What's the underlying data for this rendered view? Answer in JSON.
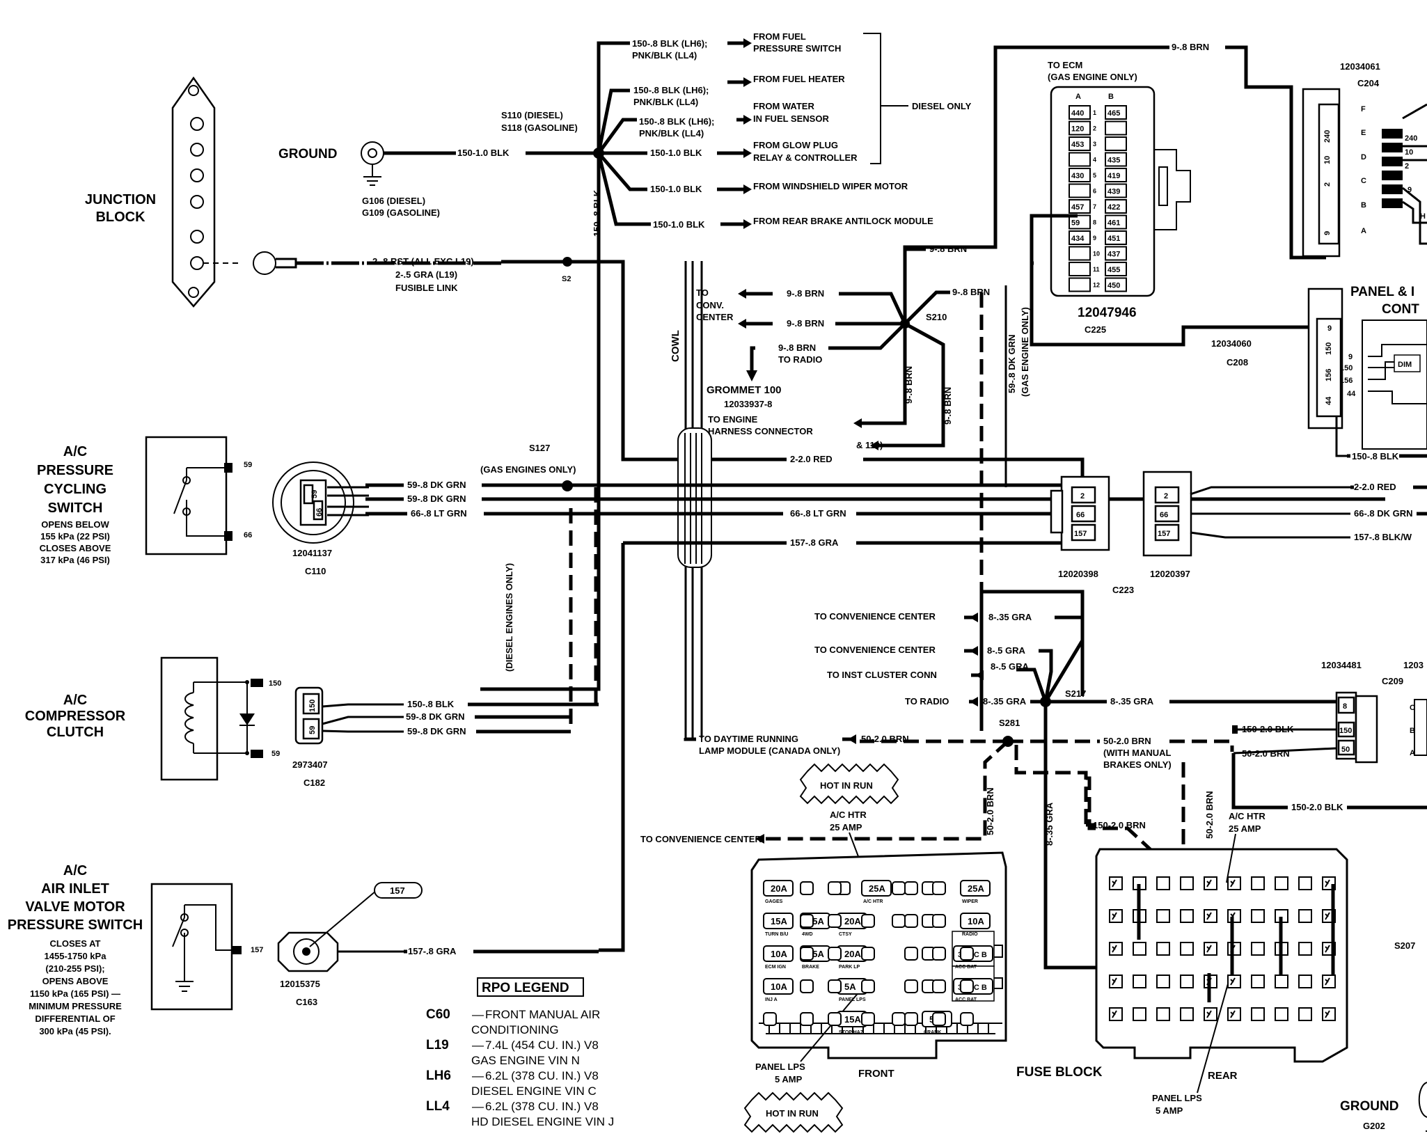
{
  "left": {
    "junction_block": [
      "JUNCTION",
      "BLOCK"
    ],
    "ac_pressure_switch": [
      "A/C",
      "PRESSURE",
      "CYCLING",
      "SWITCH"
    ],
    "ac_pressure_notes": [
      "OPENS BELOW",
      "155 kPa (22 PSI)",
      "CLOSES ABOVE",
      "317 kPa (46 PSI)"
    ],
    "ac_compressor": [
      "A/C",
      "COMPRESSOR",
      "CLUTCH"
    ],
    "air_inlet": [
      "A/C",
      "AIR INLET",
      "VALVE MOTOR",
      "PRESSURE SWITCH"
    ],
    "air_inlet_notes": [
      "CLOSES AT",
      "1455-1750 kPa",
      "(210-255 PSI);",
      "OPENS ABOVE",
      "1150 kPa (165 PSI) —",
      "MINIMUM PRESSURE",
      "DIFFERENTIAL OF",
      "300 kPa (45 PSI)."
    ]
  },
  "ground": {
    "label": "GROUND",
    "ref": [
      "G106 (DIESEL)",
      "G109 (GASOLINE)"
    ]
  },
  "splice_s110": [
    "S110 (DIESEL)",
    "S118 (GASOLINE)"
  ],
  "fusible": [
    "2-.8 RST (ALL EXC L19)",
    "2-.5 GRA (L19)",
    "FUSIBLE LINK"
  ],
  "s2": "S2",
  "top_wires": [
    {
      "wire": [
        "150-.8 BLK (LH6);",
        "PNK/BLK (LL4)"
      ],
      "dest": [
        "FROM FUEL",
        "PRESSURE SWITCH"
      ]
    },
    {
      "wire": [
        "150-.8 BLK (LH6);",
        "PNK/BLK (LL4)"
      ],
      "dest": [
        "FROM FUEL HEATER"
      ]
    },
    {
      "wire": [
        "150-.8 BLK (LH6);",
        "PNK/BLK (LL4)"
      ],
      "dest": [
        "FROM WATER",
        "IN FUEL SENSOR"
      ]
    },
    {
      "wire": [
        "150-1.0 BLK"
      ],
      "dest": [
        "FROM GLOW PLUG",
        "RELAY & CONTROLLER"
      ]
    },
    {
      "wire": [
        "150-1.0 BLK"
      ],
      "dest": [
        "FROM WINDSHIELD WIPER MOTOR"
      ]
    },
    {
      "wire": [
        "150-1.0 BLK"
      ],
      "dest": [
        "FROM REAR BRAKE ANTILOCK MODULE"
      ]
    }
  ],
  "diesel_only": "DIESEL ONLY",
  "ground_wire": "150-1.0 BLK",
  "vertical_s110_wire": "150-.8 BLK",
  "cowl": "COWL",
  "to_conv_center": [
    "TO",
    "CONV.",
    "CENTER"
  ],
  "s210_wires": {
    "w1": "9-.8 BRN",
    "w2": "9-.8 BRN",
    "w3": "9-.8 BRN",
    "w4": "9-.8 BRN",
    "w5": "9-.8 BRN",
    "w6": "9-.8 BRN",
    "w7": "9-.8 BRN",
    "to_radio": "TO RADIO",
    "s210": "S210"
  },
  "grommet": [
    "GROMMET 100",
    "12033937-8"
  ],
  "to_engine": [
    "TO ENGINE",
    "HARNESS CONNECTOR",
    "& 119)"
  ],
  "ecm": {
    "to_ecm": [
      "TO ECM",
      "(GAS ENGINE ONLY)"
    ],
    "top_wire": "9-.8 BRN",
    "part": "12047946",
    "conn": "C225",
    "col_letters": [
      "A",
      "B"
    ],
    "left_pins": [
      "440",
      "120",
      "453",
      "",
      "430",
      "",
      "457",
      "59",
      "434",
      "",
      "",
      ""
    ],
    "nums": [
      "1",
      "2",
      "3",
      "4",
      "5",
      "6",
      "7",
      "8",
      "9",
      "10",
      "11",
      "12"
    ],
    "right_pins": [
      "465",
      "",
      "",
      "435",
      "419",
      "439",
      "422",
      "461",
      "451",
      "437",
      "455",
      "450"
    ],
    "side_wire": [
      "59-.8 DK GRN",
      "(GAS ENGINE ONLY)"
    ]
  },
  "c204": {
    "part": "12034061",
    "conn": "C204",
    "rows": [
      "F",
      "E",
      "D",
      "C",
      "B",
      "A"
    ],
    "pins": [
      "240",
      "10",
      "2",
      "9"
    ],
    "wires": [
      "240",
      "10",
      "2",
      "9"
    ]
  },
  "panel": [
    "PANEL & I",
    "CONT"
  ],
  "c208": {
    "part": "12034060",
    "conn": "C208",
    "pins": [
      "9",
      "150",
      "156",
      "44"
    ],
    "wires": [
      "9",
      "150",
      "156",
      "44"
    ],
    "dim": "DIM",
    "out": "150-.8 BLK"
  },
  "s127": [
    "S127",
    "(GAS ENGINES ONLY)"
  ],
  "c110": {
    "part": "12041137",
    "conn": "C110",
    "pins": [
      "59",
      "66"
    ],
    "w1": "59-.8 DK GRN",
    "w2": "59-.8 DK GRN",
    "w3": "66-.8 LT GRN",
    "pin59": "59",
    "pin66": "66"
  },
  "mid_wires": {
    "red": "2-2.0 RED",
    "ltgrn": "66-.8 LT GRN",
    "gra": "157-.8 GRA"
  },
  "c223": {
    "a_part": "12020398",
    "b_part": "12020397",
    "conn": "C223",
    "pins": [
      "2",
      "66",
      "157"
    ]
  },
  "right_wires": {
    "red": "2-2.0 RED",
    "dkgrn": "66-.8 DK GRN",
    "blkw": "157-.8 BLK/W"
  },
  "diesel_engines_only": "(DIESEL ENGINES ONLY)",
  "c182": {
    "part": "2973407",
    "conn": "C182",
    "pins": [
      "150",
      "59"
    ],
    "w1": "150-.8 BLK",
    "w2": "59-.8 DK GRN",
    "w3": "59-.8 DK GRN",
    "p150": "150",
    "p59": "59"
  },
  "c163": {
    "part": "12015375",
    "conn": "C163",
    "callout": "157",
    "pin": "157",
    "wire": "157-.8 GRA"
  },
  "s217": {
    "label": "S217",
    "items": [
      {
        "dest": "TO CONVENIENCE CENTER",
        "wire": "8-.35 GRA"
      },
      {
        "dest": "TO CONVENIENCE CENTER",
        "wire": "8-.5 GRA"
      },
      {
        "dest": "TO INST CLUSTER CONN",
        "wire": "8-.5 GRA"
      },
      {
        "dest": "TO RADIO",
        "wire": "8-.35 GRA"
      }
    ],
    "right_wire": "8-.35 GRA"
  },
  "c209": {
    "part": "12034481",
    "part2": "1203",
    "conn": "C209",
    "pins": [
      "8",
      "150",
      "50"
    ],
    "letters": [
      "C",
      "B",
      "A"
    ],
    "w150": "150-2.0 BLK",
    "w50": "50-2.0 BRN",
    "w150b": "150-2.0 BLK"
  },
  "s281": {
    "label": "S281",
    "drl": [
      "TO DAYTIME RUNNING",
      "LAMP MODULE (CANADA ONLY)"
    ],
    "drl_wire": "50-2.0 BRN",
    "manual": [
      "50-2.0 BRN",
      "(WITH MANUAL",
      "BRAKES ONLY)"
    ],
    "down1": "50-2.0 BRN",
    "down2": "8-.35 GRA",
    "down3": "150-2.0 BRN",
    "down4": "50-2.0 BRN"
  },
  "hot": [
    "HOT IN RUN",
    "HOT IN RUN"
  ],
  "front_fuse": {
    "acn": [
      "A/C HTR",
      "25 AMP"
    ],
    "to_conv": "TO CONVENIENCE CENTER",
    "front": "FRONT",
    "panel": [
      "PANEL LPS",
      "5 AMP"
    ],
    "row1": [
      [
        "20A",
        "GAGES"
      ],
      [
        "",
        ""
      ],
      [
        "",
        ""
      ],
      [
        "25A",
        "A/C HTR"
      ],
      [
        "",
        ""
      ],
      [
        "",
        ""
      ],
      [
        "25A",
        "WIPER"
      ]
    ],
    "row2": [
      [
        "15A",
        "TURN B/U"
      ],
      [
        "25A",
        "4WD"
      ],
      [
        "20A",
        "CTSY"
      ],
      [
        "",
        ""
      ],
      [
        "",
        ""
      ],
      [
        "",
        ""
      ],
      [
        "10A",
        "RADIO"
      ]
    ],
    "row3": [
      [
        "10A",
        "ECM IGN"
      ],
      [
        "15A",
        "BRAKE"
      ],
      [
        "20A",
        "PARK LP"
      ],
      [
        "",
        ""
      ],
      [
        "30A C B",
        "ACC BAT"
      ],
      [
        "",
        ""
      ],
      [
        "",
        ""
      ]
    ],
    "row4": [
      [
        "10A",
        "INJ A"
      ],
      [
        "",
        ""
      ],
      [
        "5A",
        "PANEL LPS"
      ],
      [
        "",
        ""
      ],
      [
        "30A C B",
        "ACC BAT"
      ],
      [
        "",
        ""
      ],
      [
        "",
        ""
      ]
    ],
    "row5": [
      [
        "",
        ""
      ],
      [
        "",
        ""
      ],
      [
        "15A",
        "STOP HAZ"
      ],
      [
        "",
        ""
      ],
      [
        "",
        ""
      ],
      [
        "5A",
        "CRANK"
      ],
      [
        "",
        ""
      ]
    ]
  },
  "rear_fuse": {
    "acn": [
      "A/C HTR",
      "25 AMP"
    ],
    "rear": "REAR",
    "fuse_block": "FUSE BLOCK",
    "panel": [
      "PANEL LPS",
      "5 AMP"
    ]
  },
  "s207": "S207",
  "ground2": {
    "label": "GROUND",
    "ref": "G202"
  },
  "legend": {
    "title": "RPO LEGEND",
    "items": [
      {
        "code": "C60",
        "text": [
          "FRONT MANUAL AIR",
          "CONDITIONING"
        ]
      },
      {
        "code": "L19",
        "text": [
          "7.4L (454 CU. IN.) V8",
          "GAS ENGINE VIN N"
        ]
      },
      {
        "code": "LH6",
        "text": [
          "6.2L (378 CU. IN.) V8",
          "DIESEL ENGINE VIN C"
        ]
      },
      {
        "code": "LL4",
        "text": [
          "6.2L (378 CU. IN.) V8",
          "HD DIESEL ENGINE VIN J"
        ]
      }
    ]
  }
}
